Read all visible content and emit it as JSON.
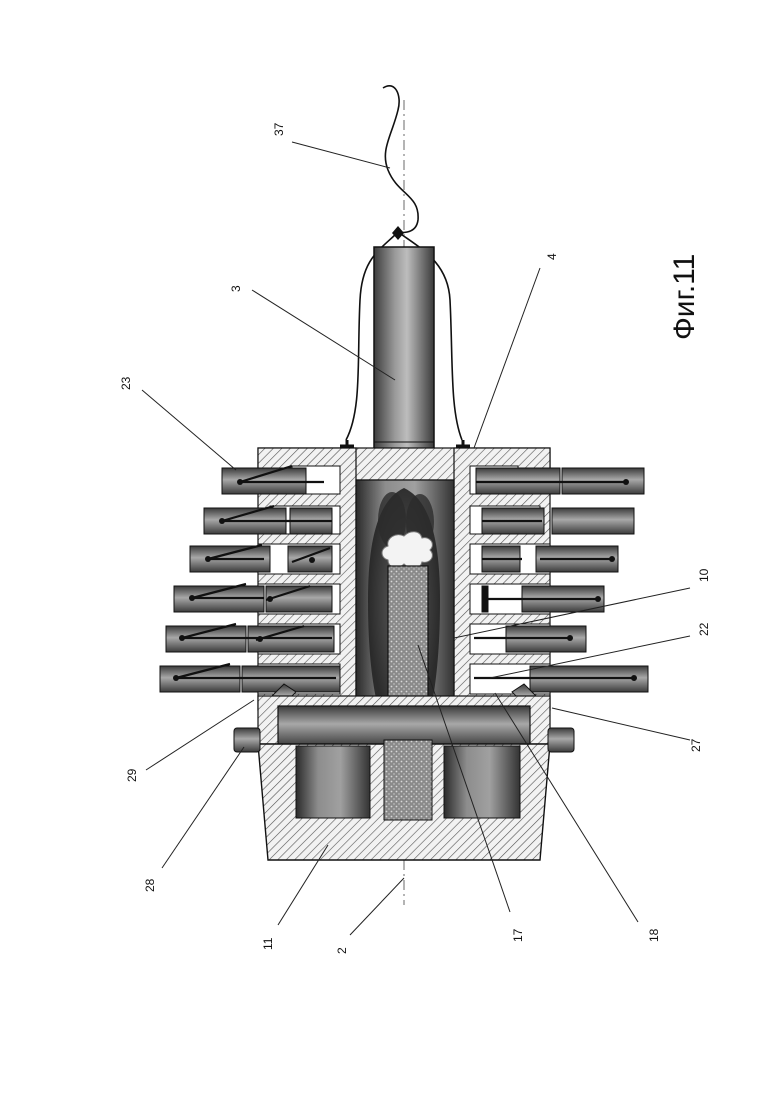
{
  "figure": {
    "caption": "Фиг.11"
  },
  "labels": {
    "l37": "37",
    "l3": "3",
    "l4": "4",
    "l23": "23",
    "l10": "10",
    "l22": "22",
    "l27": "27",
    "l18": "18",
    "l17": "17",
    "l2": "2",
    "l11": "11",
    "l28": "28",
    "l29": "29"
  }
}
